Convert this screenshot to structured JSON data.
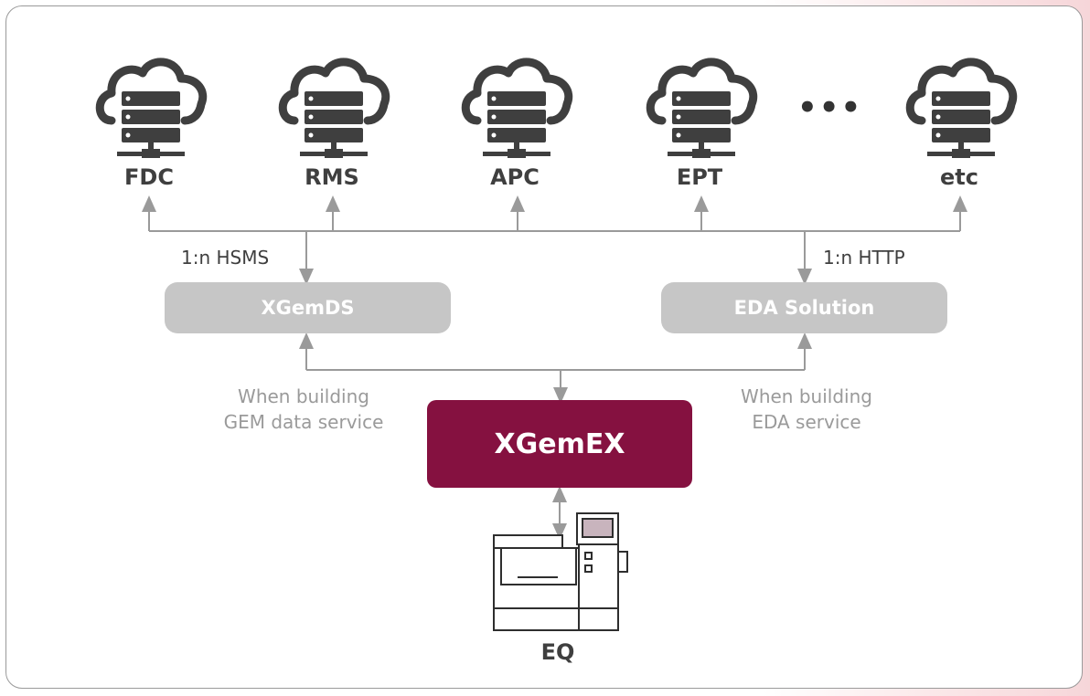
{
  "servers": [
    {
      "label": "FDC",
      "icon": "cloud-server-icon"
    },
    {
      "label": "RMS",
      "icon": "cloud-server-icon"
    },
    {
      "label": "APC",
      "icon": "cloud-server-icon"
    },
    {
      "label": "EPT",
      "icon": "cloud-server-icon"
    },
    {
      "label": "etc",
      "icon": "cloud-server-icon"
    }
  ],
  "ellipsis": "•••",
  "protocols": {
    "left": "1:n HSMS",
    "right": "1:n HTTP"
  },
  "middleware": {
    "left": "XGemDS",
    "right": "EDA Solution"
  },
  "core": "XGemEX",
  "notes": {
    "left": [
      "When building",
      "GEM data service"
    ],
    "right": [
      "When building",
      "EDA service"
    ]
  },
  "equipment": {
    "label": "EQ",
    "icon": "equipment-machine-icon"
  },
  "colors": {
    "core": "#851140",
    "middleware": "#c6c6c6",
    "icon": "#3f3f3f",
    "connector": "#9a9a9a",
    "note": "#9a9a9a"
  }
}
